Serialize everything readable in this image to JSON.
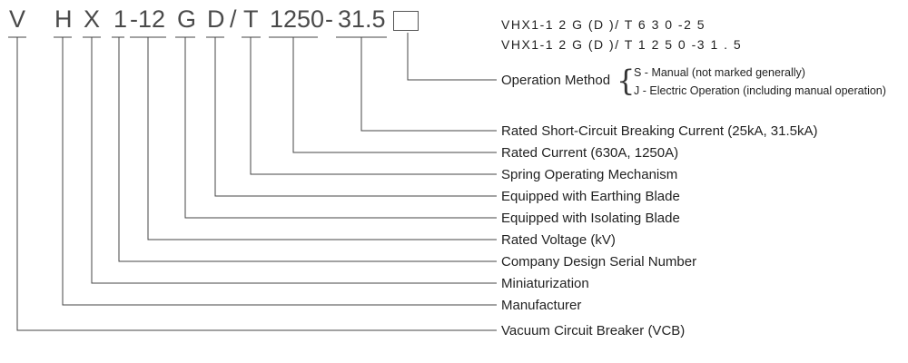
{
  "model_code": {
    "chars": [
      "V",
      "H",
      "X",
      "1",
      "-12",
      "G",
      "D",
      "/",
      "T",
      "1250",
      "-",
      "31.5"
    ]
  },
  "examples": [
    "VHX1-1 2 G (D )/ T 6 3 0 -2 5",
    "VHX1-1 2 G (D )/ T 1 2 5 0 -3 1 . 5"
  ],
  "operation_method": {
    "label": "Operation Method",
    "options": [
      "S - Manual (not marked generally)",
      "J - Electric Operation (including manual operation)"
    ]
  },
  "labels": [
    "Rated Short-Circuit Breaking Current (25kA, 31.5kA)",
    "Rated Current (630A, 1250A)",
    "Spring Operating Mechanism",
    "Equipped with Earthing Blade",
    "Equipped with Isolating Blade",
    "Rated Voltage (kV)",
    "Company Design Serial Number",
    "Miniaturization",
    "Manufacturer",
    "Vacuum Circuit Breaker (VCB)"
  ]
}
